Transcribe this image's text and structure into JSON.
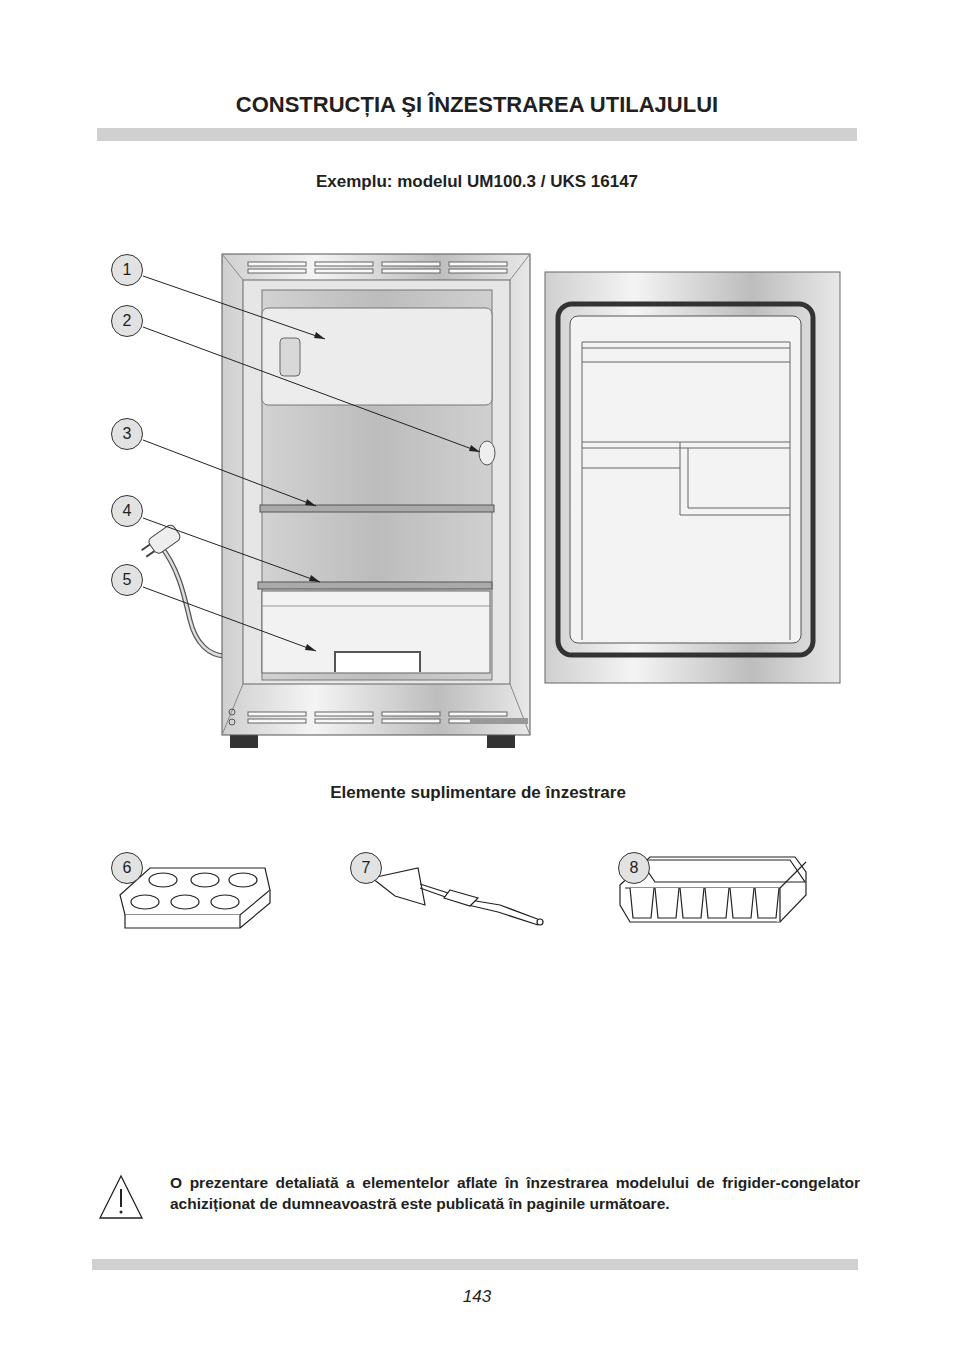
{
  "diagram": {
    "title": "CONSTRUCȚIA ŞI ÎNZESTRAREA UTILAJULUI",
    "nodes": [
      {
        "text": [
          "1"
        ]
      },
      {
        "text": [
          "2"
        ]
      },
      {
        "text": [
          "3"
        ]
      },
      {
        "text": [
          "4"
        ]
      },
      {
        "text": [
          "5"
        ]
      },
      {
        "text": [
          "6"
        ]
      },
      {
        "text": [
          "7"
        ]
      },
      {
        "text": [
          "8"
        ]
      }
    ],
    "labels": [
      "Exemplu: modelul UM100.3 / UKS 16147",
      "Elemente suplimentare de înzestrare",
      "O prezentare detaliată a elementelor aflate în înzestrarea modelului de frigider-congelator achiziționat de dumneavoastră este publicată în paginile următoare.",
      "143"
    ]
  }
}
